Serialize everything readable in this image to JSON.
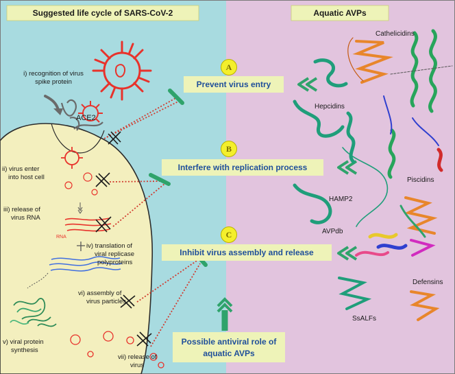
{
  "left_panel": {
    "title": "Suggested life cycle of SARS-CoV-2",
    "colors": {
      "background": "#a8dbe0",
      "cell": "#f3efbe",
      "virus": "#e8322b"
    },
    "receptor_label": "ACE2",
    "rna_label": "RNA",
    "steps": [
      {
        "line1": "i) recognition of virus",
        "line2": "spike protein"
      },
      {
        "line1": "ii) virus enter",
        "line2": "into host cell"
      },
      {
        "line1": "iii) release of",
        "line2": "virus RNA"
      },
      {
        "line1": "iv) translation of",
        "line2": "viral replicase",
        "line3": "polyproteins"
      },
      {
        "line1": "v) viral protein",
        "line2": "synthesis"
      },
      {
        "line1": "vi) assembly of",
        "line2": "virus particles"
      },
      {
        "line1": "vii) release of",
        "line2": "virus"
      }
    ]
  },
  "right_panel": {
    "title": "Aquatic AVPs",
    "colors": {
      "background": "#e2c4de"
    },
    "peptides": [
      "Cathelicidins",
      "Hepcidins",
      "Piscidins",
      "HAMP2",
      "AVPdb",
      "Defensins",
      "SsALFs"
    ]
  },
  "mechanisms": [
    {
      "letter": "A",
      "text": "Prevent virus entry"
    },
    {
      "letter": "B",
      "text": "Interfere with replication process"
    },
    {
      "letter": "C",
      "text": "Inhibit virus assembly and release"
    }
  ],
  "bottom_box": {
    "line1": "Possible antiviral role of",
    "line2": "aquatic AVPs"
  },
  "colors": {
    "box_fill": "#eef3b8",
    "arrow": "#2fa36b",
    "box_text": "#1f4f9a"
  }
}
